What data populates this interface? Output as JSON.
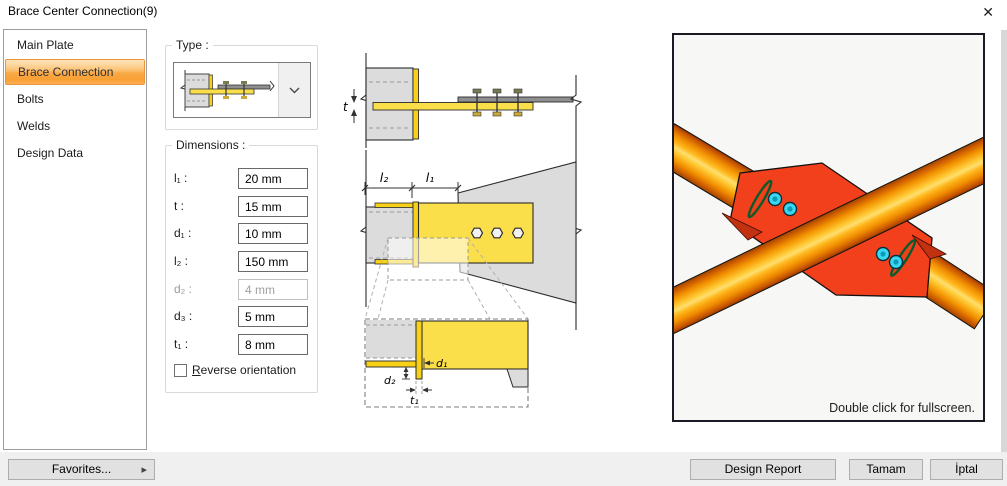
{
  "window": {
    "title": "Brace Center Connection(9)",
    "close_glyph": "✕"
  },
  "sidebar": {
    "items": [
      {
        "label": "Main Plate",
        "selected": false
      },
      {
        "label": "Brace Connection",
        "selected": true
      },
      {
        "label": "Bolts",
        "selected": false
      },
      {
        "label": "Welds",
        "selected": false
      },
      {
        "label": "Design Data",
        "selected": false
      }
    ]
  },
  "type_group": {
    "label": "Type :"
  },
  "dimensions_group": {
    "label": "Dimensions :",
    "fields": [
      {
        "label": "l₁ :",
        "value": "20 mm",
        "enabled": true
      },
      {
        "label": "t :",
        "value": "15 mm",
        "enabled": true
      },
      {
        "label": "d₁ :",
        "value": "10 mm",
        "enabled": true
      },
      {
        "label": "l₂ :",
        "value": "150 mm",
        "enabled": true
      },
      {
        "label": "d₂ :",
        "value": "4 mm",
        "enabled": false
      },
      {
        "label": "d₃ :",
        "value": "5 mm",
        "enabled": true
      },
      {
        "label": "t₁ :",
        "value": "8 mm",
        "enabled": true
      }
    ],
    "checkbox": {
      "label": "Reverse orientation",
      "checked": false
    }
  },
  "diagrams": {
    "side_view": {
      "t": "t"
    },
    "plan_view": {
      "l2": "l₂",
      "l1": "l₁"
    },
    "detail_view": {
      "d1": "d₁",
      "d2": "d₂",
      "t1": "t₁"
    }
  },
  "preview": {
    "caption": "Double click for fullscreen."
  },
  "footer": {
    "favorites_label": "Favorites...",
    "favorites_arrow": "▸",
    "design_report_label": "Design Report",
    "ok_label": "Tamam",
    "cancel_label": "İptal"
  },
  "colors": {
    "selected_item_orange": "#f9a236",
    "diagram_yellow": "#fbdf4a",
    "diagram_end_plate_yellow": "#f7d117",
    "diagram_gray": "#dcdcdc",
    "gusset_red": "#f2401d",
    "tube_orange": "#ff9e00",
    "bolt_cyan": "#38d8f2",
    "footer_gray": "#f0f0f0"
  }
}
